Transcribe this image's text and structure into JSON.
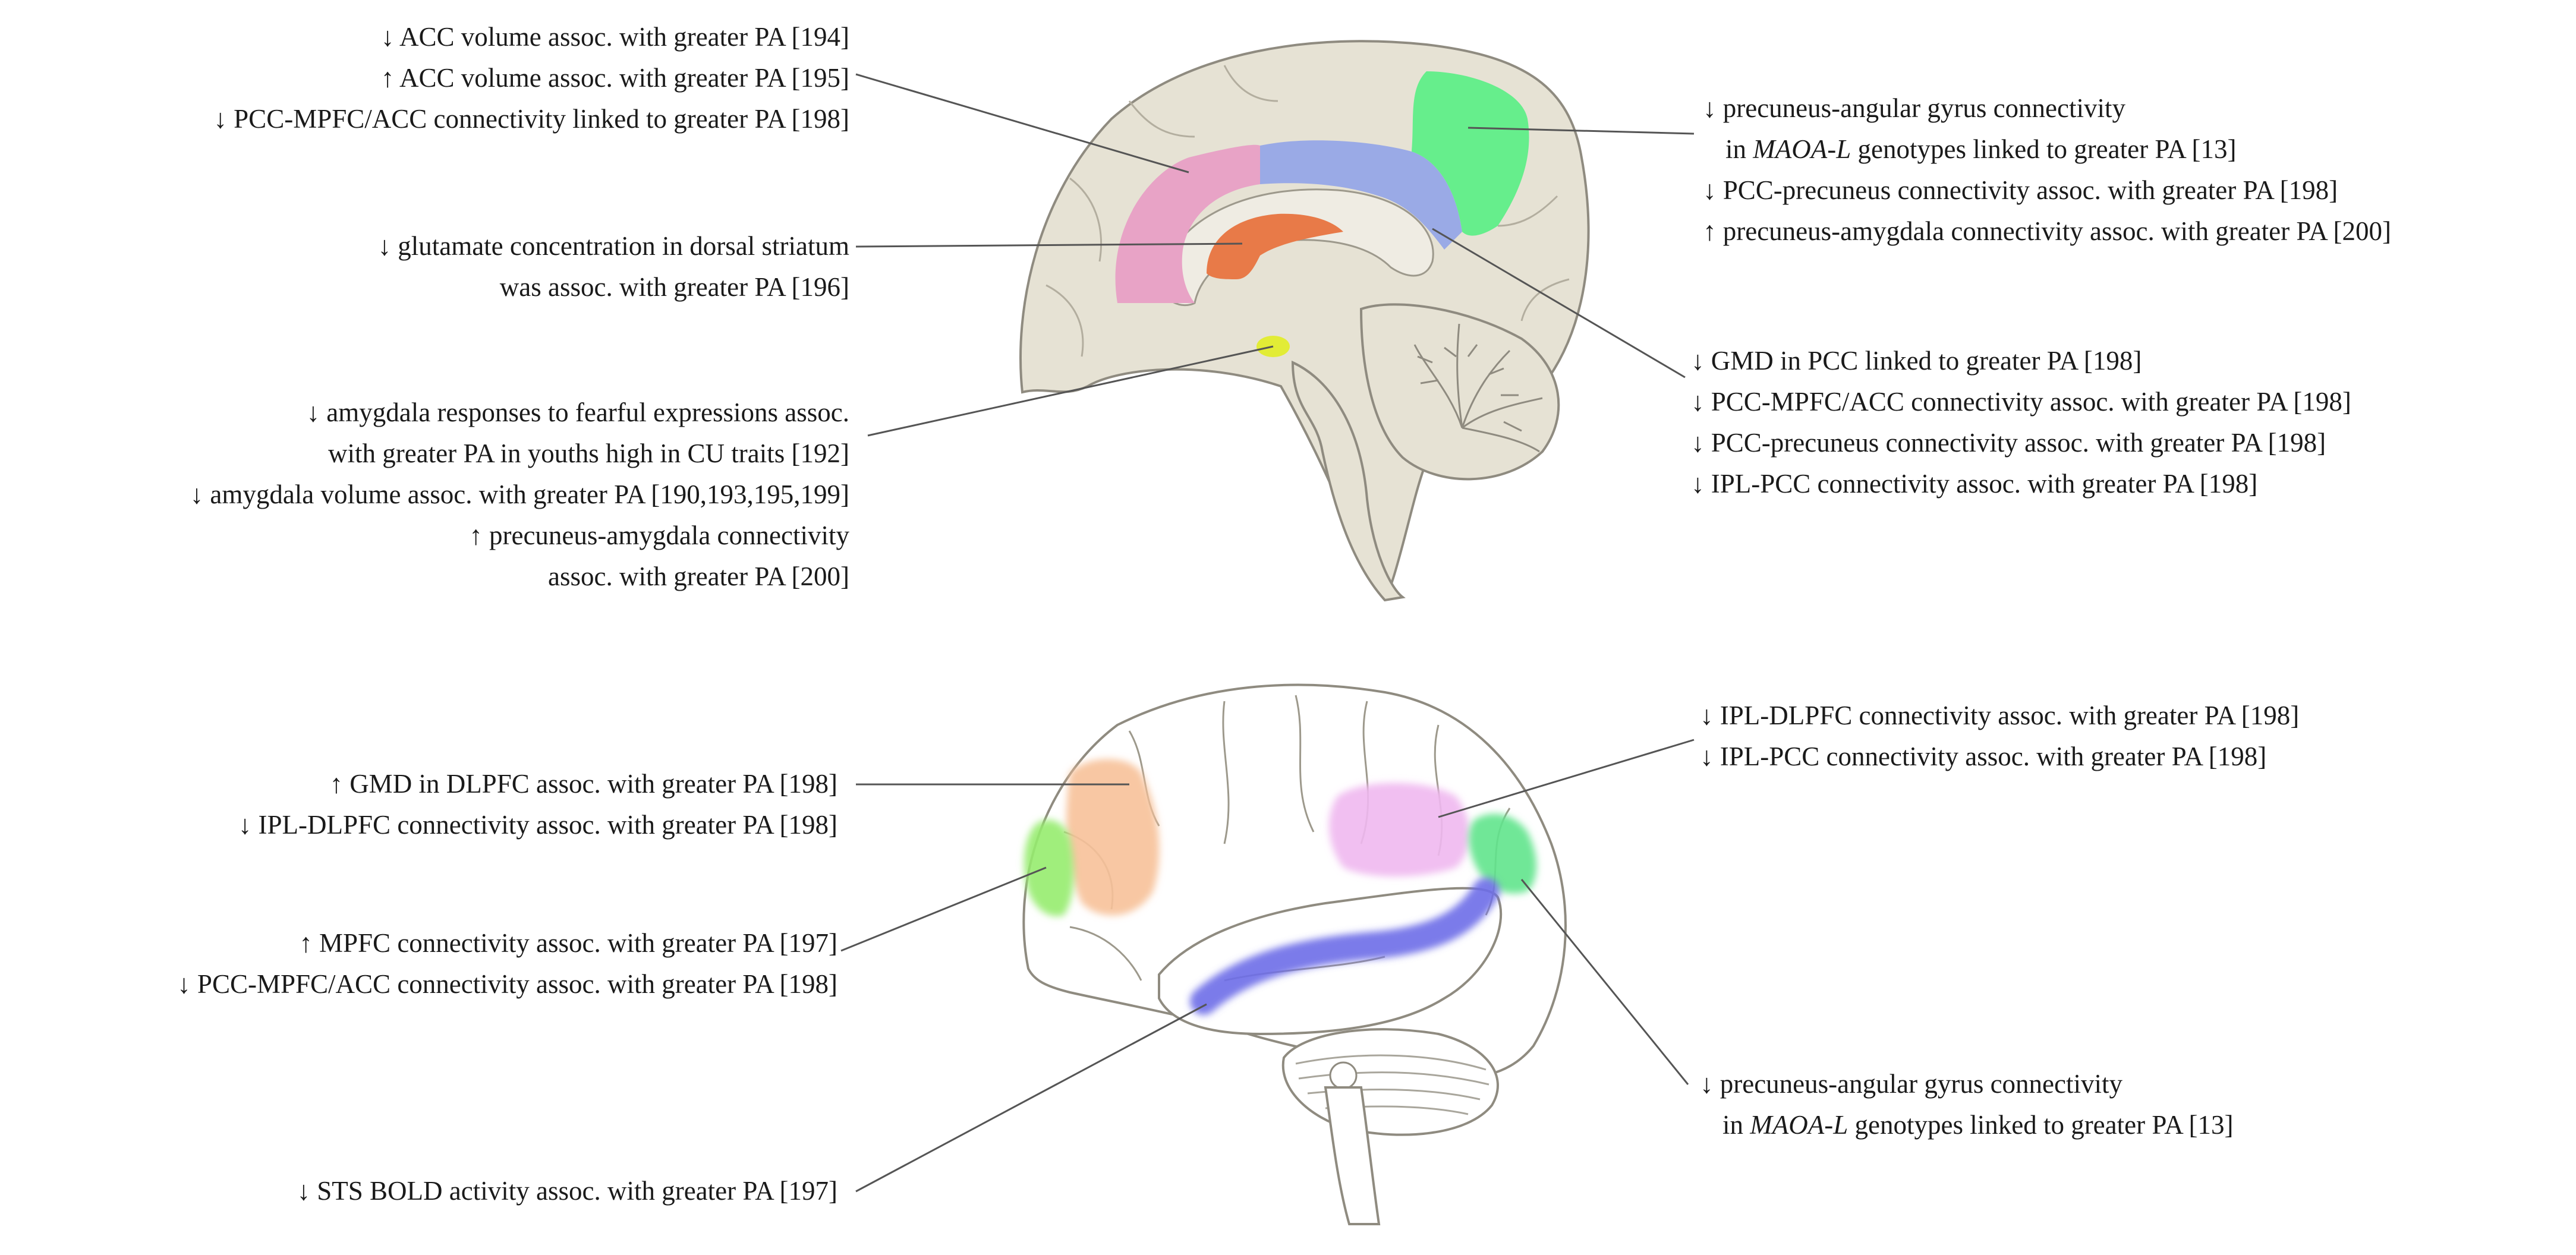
{
  "colors": {
    "brain_fill": "#e6e2d4",
    "brain_outline": "#8f8b80",
    "acc": "#e8a3c6",
    "pcc": "#9aaae6",
    "precuneus": "#66ee8c",
    "striatum": "#e87a48",
    "amygdala": "#e2ec36",
    "dlpfc": "#f7c199",
    "mpfc": "#96ec6e",
    "ipl": "#efb8ef",
    "angular": "#60e48c",
    "sts": "#6d6de8",
    "leader_line": "#555555"
  },
  "medial_view": {
    "acc": {
      "lines": [
        "↓ ACC volume  assoc. with greater PA [194]",
        "↑ ACC volume  assoc. with greater PA [195]",
        "↓ PCC-MPFC/ACC connectivity  linked  to greater PA [198]"
      ]
    },
    "striatum": {
      "lines": [
        "↓ glutamate  concentration  in  dorsal  striatum",
        "was assoc. with greater PA [196]"
      ]
    },
    "amygdala": {
      "lines": [
        "↓ amygdala  responses to fearful  expressions  assoc.",
        "with greater PA in youths high  in  CU traits  [192]",
        "↓ amygdala  volume  assoc. with greater PA [190,193,195,199]",
        "↑ precuneus-amygdala  connectivity",
        "assoc. with greater PA [200]"
      ]
    },
    "precuneus": {
      "line1": "↓ precuneus-angular  gyrus  connectivity",
      "line2_prefix": "in ",
      "line2_italic": "MAOA-L",
      "line2_suffix": " genotypes  linked  to greater PA [13]",
      "line3": "↓ PCC-precuneus  connectivity  assoc. with  greater  PA [198]",
      "line4": "↑ precuneus-amygdala  connectivity  assoc. with  greater  PA [200]"
    },
    "pcc": {
      "lines": [
        "↓ GMD  in  PCC linked  to greater PA [198]",
        "↓ PCC-MPFC/ACC connectivity  assoc. with  greater  PA [198]",
        "↓ PCC-precuneus  connectivity  assoc. with  greater PA [198]",
        "↓ IPL-PCC connectivity  assoc. with  greater PA [198]"
      ]
    }
  },
  "lateral_view": {
    "dlpfc": {
      "lines": [
        "↑ GMD  in  DLPFC assoc. with  greater PA [198]",
        "↓ IPL-DLPFC connectivity  assoc. with  greater PA [198]"
      ]
    },
    "mpfc": {
      "lines": [
        "↑ MPFC connectivity  assoc. with greater PA [197]",
        "↓ PCC-MPFC/ACC connectivity  assoc. with greater PA [198]"
      ]
    },
    "sts": {
      "lines": [
        "↓ STS BOLD activity  assoc. with  greater  PA [197]"
      ]
    },
    "ipl": {
      "lines": [
        "↓ IPL-DLPFC connectivity  assoc. with  greater PA [198]",
        "↓ IPL-PCC connectivity  assoc. with  greater PA [198]"
      ]
    },
    "angular": {
      "line1": "↓ precuneus-angular  gyrus  connectivity",
      "line2_prefix": "in ",
      "line2_italic": "MAOA-L",
      "line2_suffix": " genotypes  linked  to greater PA [13]"
    }
  }
}
